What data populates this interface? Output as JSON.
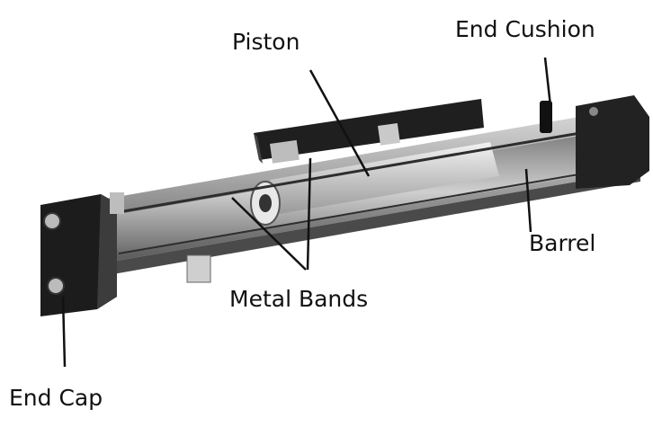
{
  "labels": {
    "piston": "Piston",
    "end_cushion": "End Cushion",
    "barrel": "Barrel",
    "metal_bands": "Metal Bands",
    "end_cap": "End Cap"
  },
  "colors": {
    "background": "#ffffff",
    "body_dark": "#3a3a3a",
    "body_mid": "#8a8a8a",
    "body_light": "#c8c8c8",
    "leader_line": "#111111"
  }
}
